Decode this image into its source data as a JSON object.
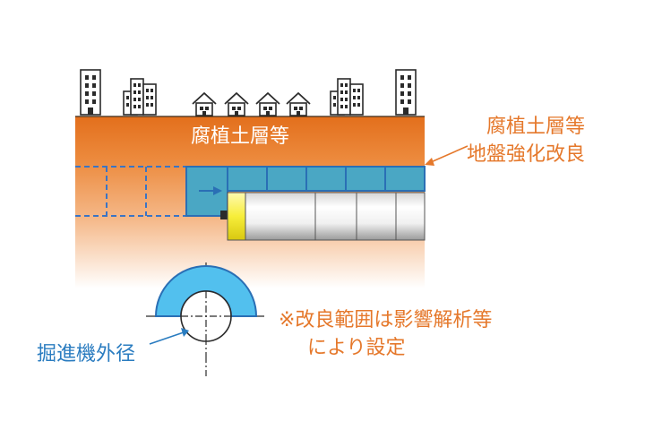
{
  "labels": {
    "soil_layer": "腐植土層等",
    "improvement_line1": "腐植土層等",
    "improvement_line2": "地盤強化改良",
    "note_line1": "※改良範囲は影響解析等",
    "note_line2": "により設定",
    "outer_diameter": "掘進機外径"
  },
  "colors": {
    "soil_top": "#e36f1c",
    "soil_bottom": "#ffffff",
    "improved_fill": "#4aa7c4",
    "improved_border": "#2a6fb5",
    "dashed_outline": "#3a74c4",
    "callout_text": "#e5782b",
    "blue_text": "#2a7cc0",
    "machine_head": "#f2e72a",
    "section_fill": "#52c0ee"
  },
  "icons": [
    "building-icon",
    "house-icon",
    "arrow-icon"
  ]
}
